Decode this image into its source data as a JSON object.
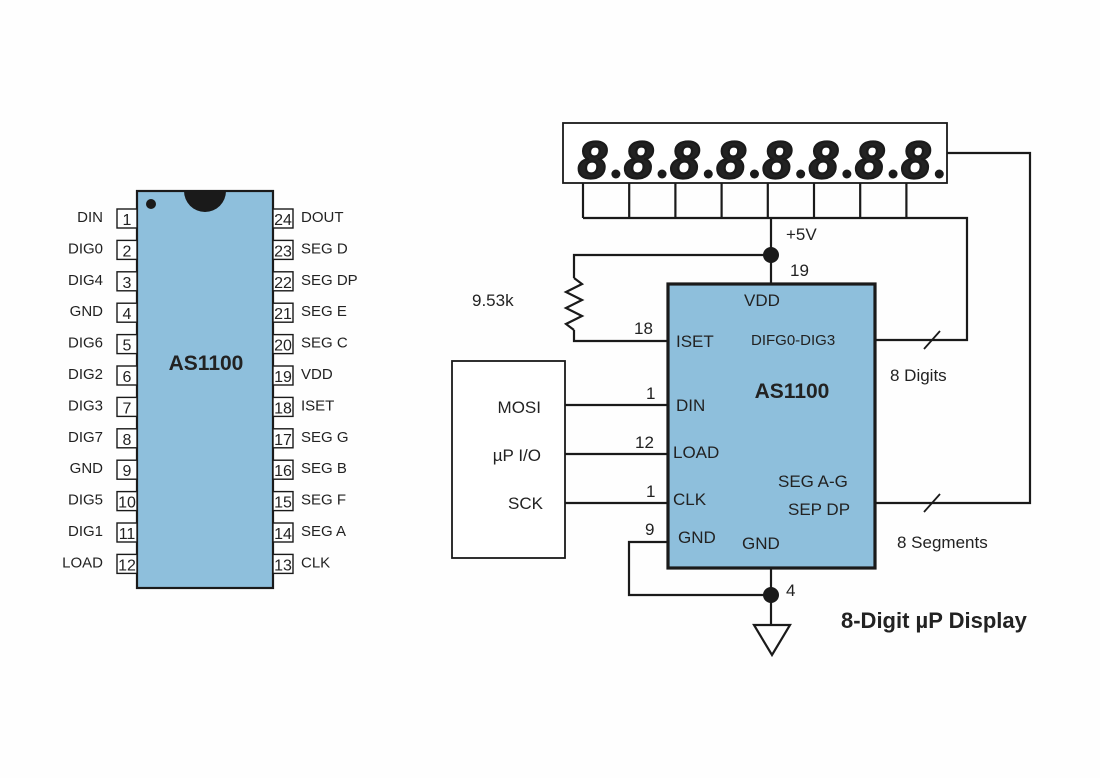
{
  "chip_pinout": {
    "part_name": "AS1100",
    "fill_color": "#8ebfdc",
    "left_pins": [
      {
        "num": "1",
        "name": "DIN"
      },
      {
        "num": "2",
        "name": "DIG0"
      },
      {
        "num": "3",
        "name": "DIG4"
      },
      {
        "num": "4",
        "name": "GND"
      },
      {
        "num": "5",
        "name": "DIG6"
      },
      {
        "num": "6",
        "name": "DIG2"
      },
      {
        "num": "7",
        "name": "DIG3"
      },
      {
        "num": "8",
        "name": "DIG7"
      },
      {
        "num": "9",
        "name": "GND"
      },
      {
        "num": "10",
        "name": "DIG5"
      },
      {
        "num": "11",
        "name": "DIG1"
      },
      {
        "num": "12",
        "name": "LOAD"
      }
    ],
    "right_pins": [
      {
        "num": "24",
        "name": "DOUT"
      },
      {
        "num": "23",
        "name": "SEG D"
      },
      {
        "num": "22",
        "name": "SEG DP"
      },
      {
        "num": "21",
        "name": "SEG E"
      },
      {
        "num": "20",
        "name": "SEG C"
      },
      {
        "num": "19",
        "name": "VDD"
      },
      {
        "num": "18",
        "name": "ISET"
      },
      {
        "num": "17",
        "name": "SEG G"
      },
      {
        "num": "16",
        "name": "SEG B"
      },
      {
        "num": "15",
        "name": "SEG F"
      },
      {
        "num": "14",
        "name": "SEG A"
      },
      {
        "num": "13",
        "name": "CLK"
      }
    ]
  },
  "schematic": {
    "display_digit_count": 8,
    "display_glyph": "8.",
    "supply_label": "+5V",
    "resistor_label": "9.53k",
    "ic": {
      "name": "AS1100",
      "vdd": "VDD",
      "vdd_pin": "19",
      "iset": "ISET",
      "iset_pin": "18",
      "digits_port": "DIFG0-DIG3",
      "din": "DIN",
      "din_pin": "1",
      "load": "LOAD",
      "load_pin": "12",
      "clk": "CLK",
      "clk_pin": "1",
      "gnd_left": "GND",
      "gnd_left_pin": "9",
      "gnd_bottom": "GND",
      "gnd_bottom_pin": "4",
      "seg_ag": "SEG A-G",
      "seg_dp": "SEP DP"
    },
    "mcu": {
      "mosi": "MOSI",
      "io": "µP I/O",
      "sck": "SCK"
    },
    "bus_digits": "8 Digits",
    "bus_segments": "8 Segments",
    "caption": "8-Digit µP Display"
  }
}
